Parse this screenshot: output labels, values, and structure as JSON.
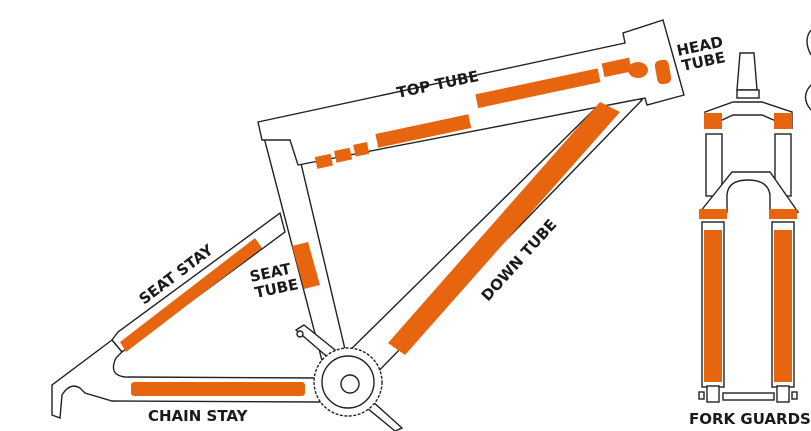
{
  "colors": {
    "sticker": "#e8650f",
    "outline": "#222222",
    "background": "#ffffff"
  },
  "labels": {
    "top_tube": "TOP TUBE",
    "head_tube_line1": "HEAD",
    "head_tube_line2": "TUBE",
    "down_tube": "DOWN TUBE",
    "seat_tube_line1": "SEAT",
    "seat_tube_line2": "TUBE",
    "seat_stay": "SEAT STAY",
    "chain_stay": "CHAIN STAY",
    "fork_guards": "FORK GUARDS"
  }
}
